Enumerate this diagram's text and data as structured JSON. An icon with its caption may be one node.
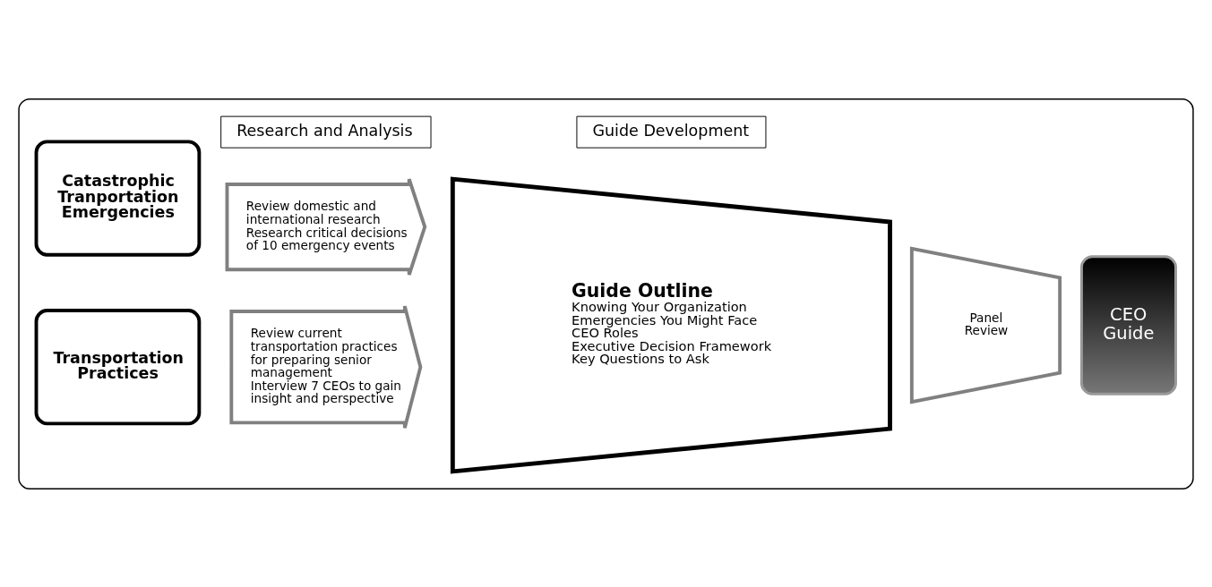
{
  "diagram": {
    "nodes": [
      {
        "text": [],
        "shape": "box"
      },
      {
        "text": [
          "Research and Analysis"
        ],
        "in": 0
      },
      {
        "text": [
          "Guide Development"
        ],
        "in": 0
      },
      {
        "text": [
          "Catastrophic Tranportation Emergencies"
        ],
        "in": 0
      },
      {
        "text": [
          "Review domestic and international research",
          "Research critical decisions of 10 emergency events"
        ],
        "in": 0
      },
      {
        "text": [
          "Transportation Practices"
        ],
        "in": 0
      },
      {
        "text": [
          "Review current transportation practices for preparing senior management",
          "Interview 7 CEOs to gain insight and perspective"
        ],
        "in": 0
      },
      {
        "text": [
          "Guide Outline",
          "Knowing Your Organization",
          "Emergencies You Might Face",
          "CEO Roles",
          "Executive Decision Framework",
          "Key Questions to Ask"
        ],
        "in": 0
      },
      {
        "text": [
          "Panel Review"
        ],
        "in": 0
      },
      {
        "text": [
          "CEO Guide"
        ],
        "in": 0
      }
    ]
  }
}
